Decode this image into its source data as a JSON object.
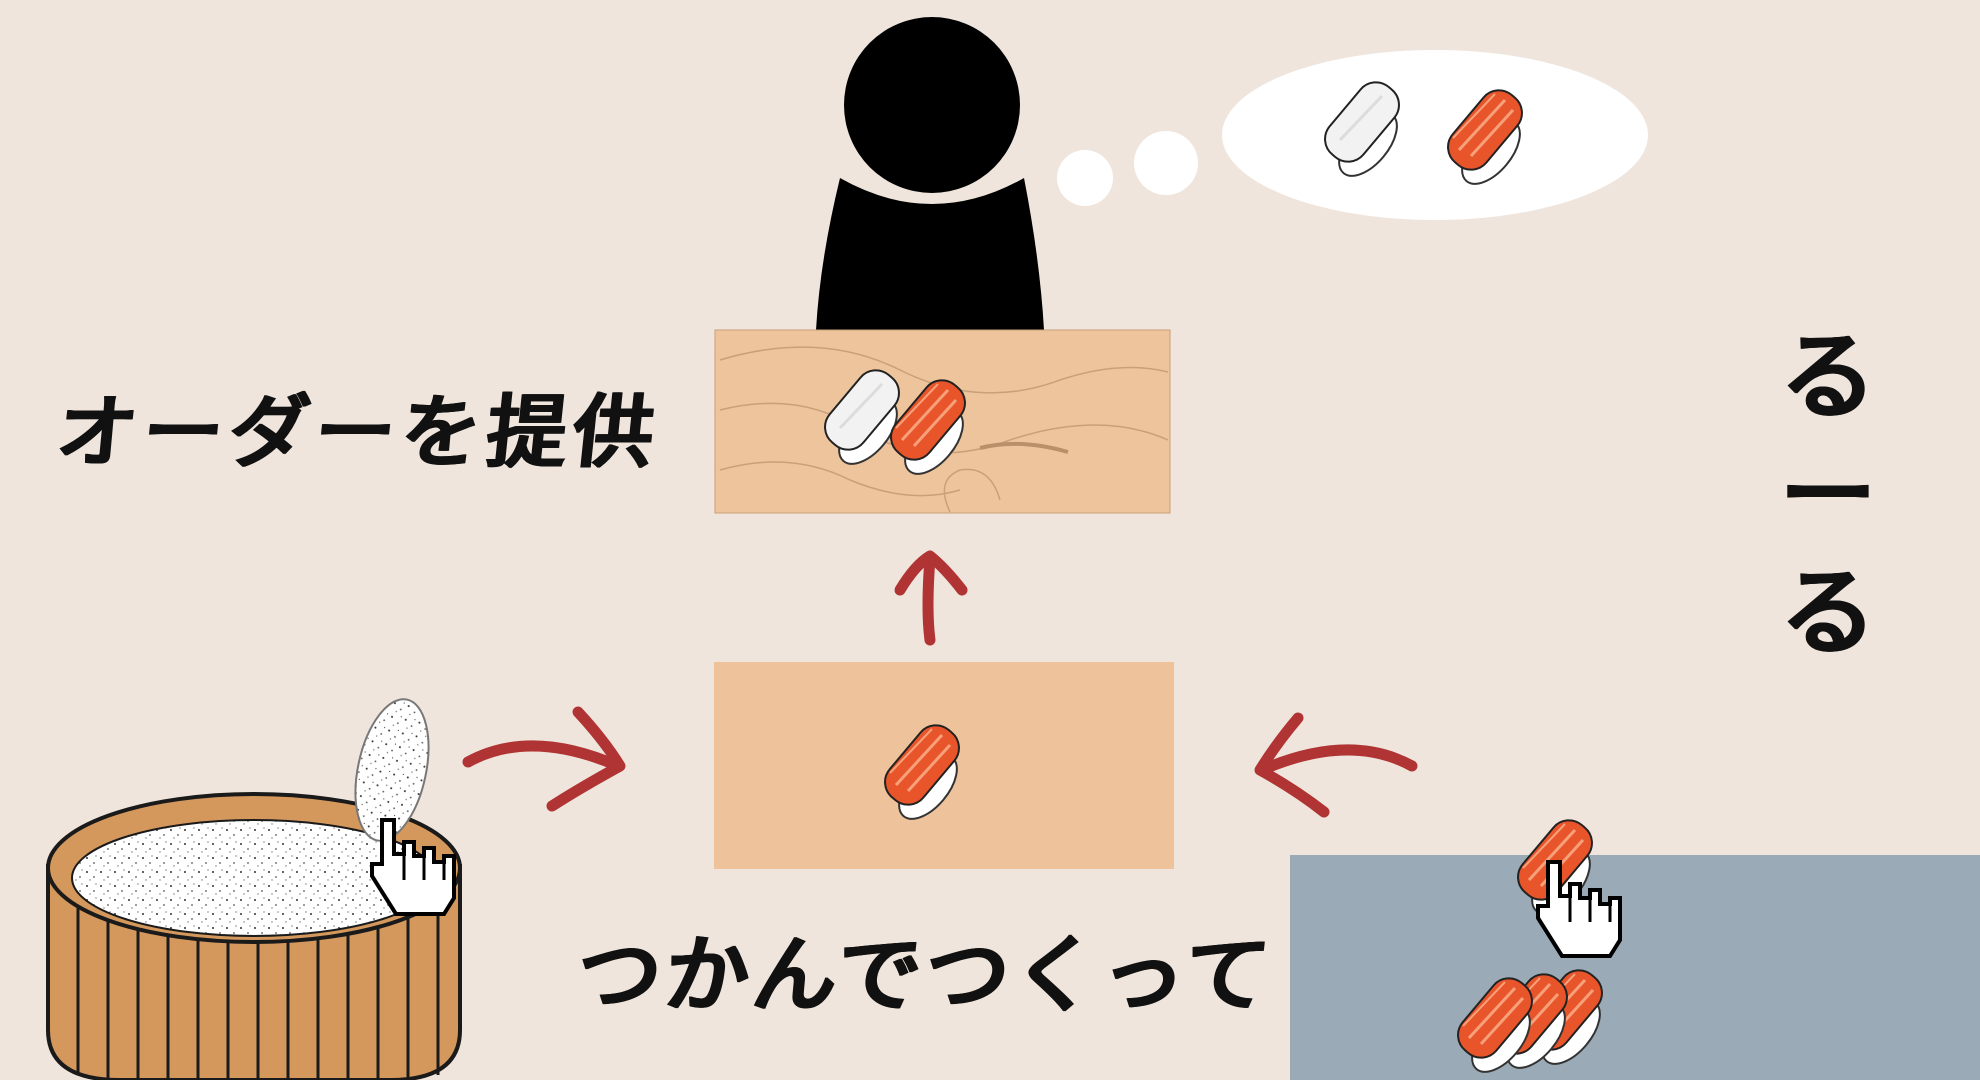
{
  "labels": {
    "serve_order": "オーダーを提供",
    "grab_and_make": "つかんでつくって",
    "rules": "るーる"
  },
  "colors": {
    "background": "#efe5dc",
    "customer_silhouette": "#000000",
    "thought_bubble": "#ffffff",
    "serving_board": "#eec49c",
    "board_grain": "#c9a07a",
    "prep_board": "#eec39b",
    "fish_tray": "#9aabb7",
    "rice_tub_wood": "#d4985d",
    "rice_tub_band": "#1a1a1a",
    "rice": "#ffffff",
    "salmon": "#e8552a",
    "salmon_stripe": "#f7a07a",
    "white_fish": "#f2f2f2",
    "arrow": "#b03434"
  },
  "icons": {
    "customer": "customer-silhouette-icon",
    "thought": "thought-bubble-icon",
    "order_white_sushi": "white-fish-nigiri-icon",
    "order_salmon_sushi": "salmon-nigiri-icon",
    "served_white_sushi": "white-fish-nigiri-icon",
    "served_salmon_sushi": "salmon-nigiri-icon",
    "prep_sushi": "salmon-nigiri-icon",
    "rice_tub": "rice-tub-icon",
    "rice_ball": "rice-ball-icon",
    "fish_slices": "salmon-slice-icon",
    "cursor": "pointer-hand-icon",
    "arrow": "arrow-icon"
  }
}
